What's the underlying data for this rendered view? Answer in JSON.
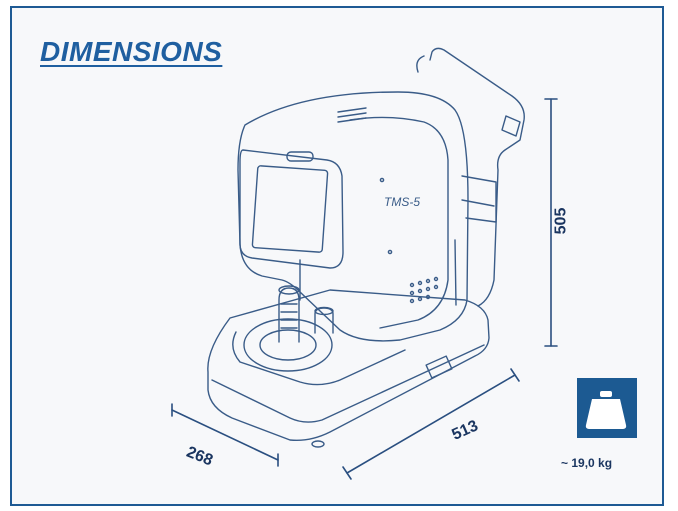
{
  "title": "DIMENSIONS",
  "device_brand": "TMS-5",
  "dimensions": {
    "width": "268",
    "depth": "513",
    "height": "505"
  },
  "weight": "~ 19,0 kg",
  "icons": {
    "weight": "weight-icon"
  },
  "colors": {
    "accent": "#1f5fa0",
    "frame": "#1e5a94",
    "line": "#3a5c88",
    "label": "#1a3560",
    "background": "#f7f8fa"
  }
}
